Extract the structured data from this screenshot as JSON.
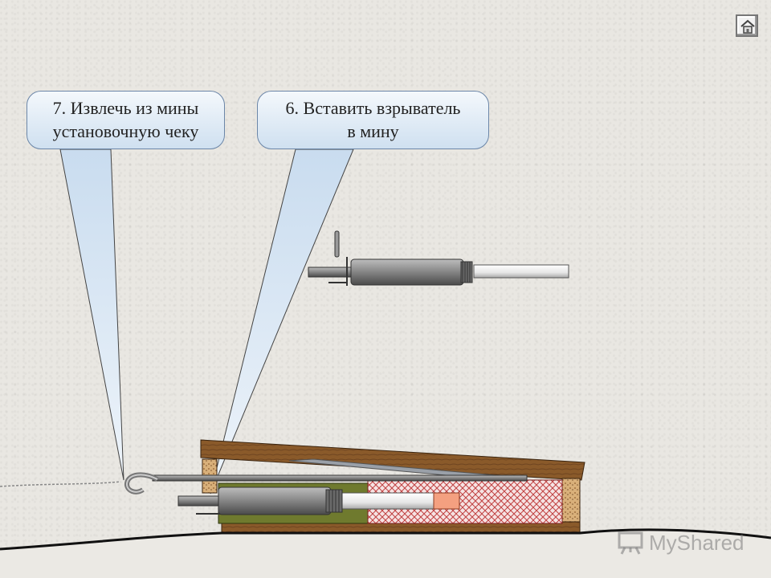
{
  "callouts": {
    "step7": {
      "line1": "7. Извлечь из мины",
      "line2": "установочную чеку"
    },
    "step6": {
      "line1": "6. Вставить взрыватель",
      "line2": "в мину"
    }
  },
  "navigation": {
    "home_icon": "home-icon"
  },
  "watermark": {
    "text": "MyShared"
  },
  "colors": {
    "callout_fill": "#d4e4f3",
    "callout_border": "#6b86a8",
    "wood": "#8a5a2a",
    "charge": "#6f7a2e",
    "fuse_body": "#8c8c8c",
    "tube": "#f0f0f0",
    "ground": "#1a1a1a"
  }
}
